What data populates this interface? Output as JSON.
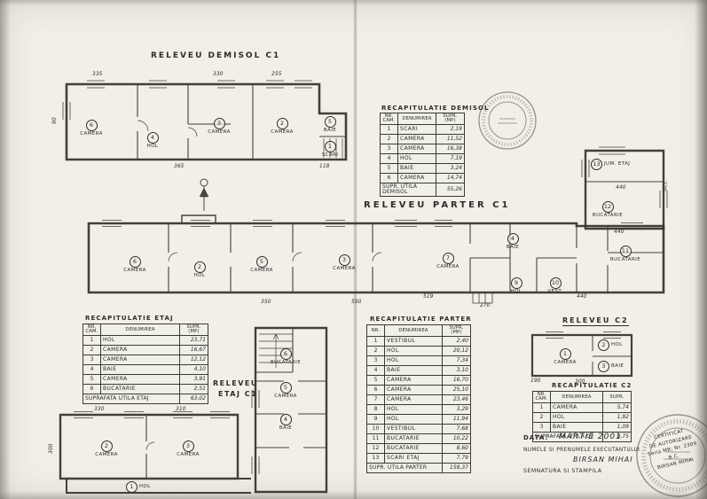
{
  "titles": {
    "demisol": "RELEVEU DEMISOL C1",
    "parter": "RELEVEU PARTER C1",
    "etaj_line1": "RELEVEU",
    "etaj_line2": "ETAJ C1",
    "c2": "RELEVEU C2"
  },
  "tables": {
    "demisol": {
      "title": "RECAPITULATIE DEMISOL",
      "headers": [
        "NR. CAM.",
        "DENUMIREA",
        "SUPR. (MP)"
      ],
      "rows": [
        [
          "1",
          "SCARI",
          "2,19"
        ],
        [
          "2",
          "CAMERA",
          "11,52"
        ],
        [
          "3",
          "CAMERA",
          "16,38"
        ],
        [
          "4",
          "HOL",
          "7,19"
        ],
        [
          "5",
          "BAIE",
          "3,24"
        ],
        [
          "6",
          "CAMERA",
          "14,74"
        ]
      ],
      "total_label": "SUPR. UTILA DEMISOL",
      "total_value": "55,26"
    },
    "etaj": {
      "title": "RECAPITULATIE ETAJ",
      "headers": [
        "NR. CAM.",
        "DENUMIREA",
        "SUPR. (MP)"
      ],
      "rows": [
        [
          "1",
          "HOL",
          "23,71"
        ],
        [
          "2",
          "CAMERA",
          "16,67"
        ],
        [
          "3",
          "CAMERA",
          "12,12"
        ],
        [
          "4",
          "BAIE",
          "4,10"
        ],
        [
          "5",
          "CAMERA",
          "3,91"
        ],
        [
          "6",
          "BUCATARIE",
          "2,51"
        ]
      ],
      "total_label": "SUPRAFATA UTILA ETAJ",
      "total_value": "63,02"
    },
    "parter": {
      "title": "RECAPITULATIE PARTER",
      "headers": [
        "NR.",
        "DENUMIREA",
        "SUPR. (MP)"
      ],
      "rows": [
        [
          "1",
          "VESTIBUL",
          "2,40"
        ],
        [
          "2",
          "HOL",
          "20,12"
        ],
        [
          "3",
          "HOL",
          "7,34"
        ],
        [
          "4",
          "BAIE",
          "3,10"
        ],
        [
          "5",
          "CAMERA",
          "16,70"
        ],
        [
          "6",
          "CAMERA",
          "25,10"
        ],
        [
          "7",
          "CAMERA",
          "23,46"
        ],
        [
          "8",
          "HOL",
          "3,29"
        ],
        [
          "9",
          "HOL",
          "11,94"
        ],
        [
          "10",
          "VESTIBUL",
          "7,68"
        ],
        [
          "11",
          "BUCATARIE",
          "10,22"
        ],
        [
          "12",
          "BUCATARIE",
          "8,60"
        ],
        [
          "13",
          "SCARI ETAJ",
          "7,79"
        ]
      ],
      "total_label": "SUPR. UTILA PARTER",
      "total_value": "158,37"
    },
    "c2": {
      "title": "RECAPITULATIE C2",
      "headers": [
        "NR. CAM.",
        "DENUMIREA",
        "SUPR."
      ],
      "rows": [
        [
          "1",
          "CAMERA",
          "5,74"
        ],
        [
          "2",
          "HOL",
          "1,92"
        ],
        [
          "3",
          "BAIE",
          "1,09"
        ]
      ],
      "total_label": "SUPRAFATA UTILA C2",
      "total_value": "8,75"
    }
  },
  "plans": {
    "demisol": {
      "rooms": [
        {
          "num": "6",
          "name": "CAMERA"
        },
        {
          "num": "4",
          "name": "HOL"
        },
        {
          "num": "3",
          "name": "CAMERA"
        },
        {
          "num": "2",
          "name": "CAMERA"
        },
        {
          "num": "5",
          "name": "BAIE"
        },
        {
          "num": "1",
          "name": "SCARI"
        }
      ],
      "dims": [
        "335",
        "330",
        "255",
        "90",
        "365",
        "118"
      ]
    },
    "parter": {
      "rooms": [
        {
          "num": "6",
          "name": "CAMERA"
        },
        {
          "num": "2",
          "name": "HOL"
        },
        {
          "num": "5",
          "name": "CAMERA"
        },
        {
          "num": "3",
          "name": "CAMERA"
        },
        {
          "num": "7",
          "name": "CAMERA"
        },
        {
          "num": "4",
          "name": "BAIE"
        },
        {
          "num": "9",
          "name": "HOL"
        },
        {
          "num": "10",
          "name": "VEST."
        },
        {
          "num": "11",
          "name": "BUCATARIE"
        }
      ],
      "dims": [
        "350",
        "550",
        "519",
        "270",
        "440"
      ]
    },
    "anexa": {
      "rooms": [
        {
          "num": "13",
          "name": "JUM. ETAJ"
        },
        {
          "num": "12",
          "name": "BUCATARIE"
        }
      ],
      "dims": [
        "440",
        "440",
        "220"
      ]
    },
    "etaj": {
      "rooms": [
        {
          "num": "2",
          "name": "CAMERA"
        },
        {
          "num": "3",
          "name": "CAMERA"
        },
        {
          "num": "1",
          "name": "HOL"
        }
      ],
      "dims": [
        "330",
        "310",
        "300"
      ]
    },
    "scara": {
      "rooms": [
        {
          "num": "6",
          "name": "BUCATARIE"
        },
        {
          "num": "5",
          "name": "CAMERA"
        },
        {
          "num": "4",
          "name": "BAIE"
        }
      ]
    },
    "c2": {
      "rooms": [
        {
          "num": "1",
          "name": "CAMERA"
        },
        {
          "num": "2",
          "name": "HOL"
        },
        {
          "num": "3",
          "name": "BAIE"
        }
      ],
      "dims": [
        "190",
        "300"
      ]
    }
  },
  "footer": {
    "data_label": "DATA:",
    "data_value": "MARTIE 2001",
    "executant_label": "NUMELE SI PRENUMELE EXECUTANTULUI",
    "executant_name": "BIRSAN MIHAI",
    "semnatura_label": "SEMNATURA SI STAMPILA"
  },
  "certificate": {
    "lines": [
      "CERTIFICAT",
      "DE AUTORIZARE",
      "Seria MB; Nr. 2309",
      "B.C.",
      "BIRSAN MIHAI"
    ]
  }
}
